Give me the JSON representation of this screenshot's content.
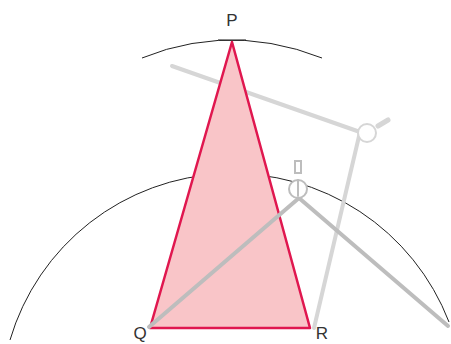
{
  "diagram": {
    "labels": [
      "P",
      "Q",
      "R"
    ]
  }
}
